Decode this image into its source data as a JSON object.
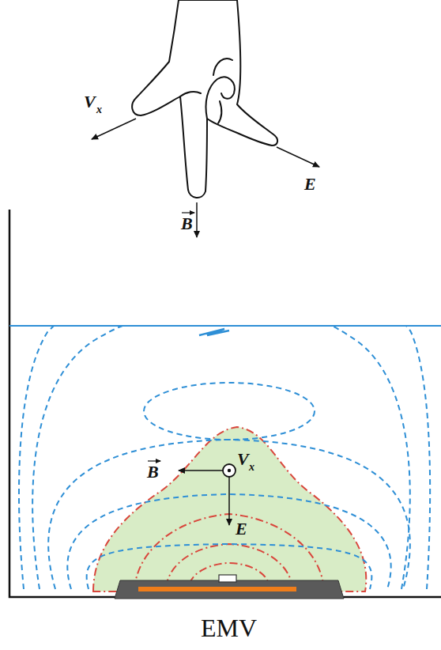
{
  "diagram": {
    "caption": "EMV",
    "labels": [
      "V",
      "x",
      "E",
      "B",
      "B",
      "V",
      "x",
      "E"
    ]
  }
}
